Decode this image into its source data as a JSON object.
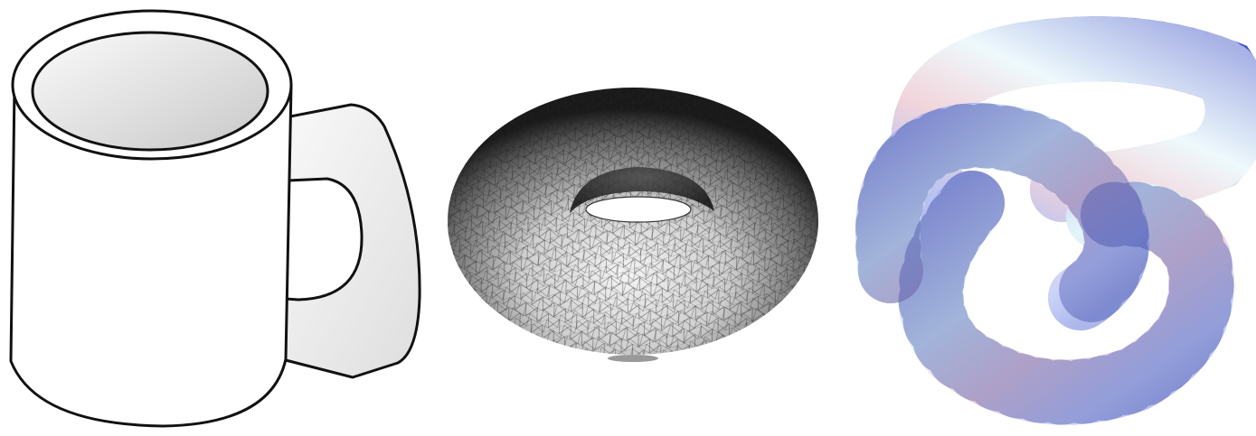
{
  "figure": {
    "panels": [
      {
        "id": "mug",
        "subject": "coffee-mug-outline"
      },
      {
        "id": "torus",
        "subject": "triangulated-torus-mesh"
      },
      {
        "id": "knot",
        "subject": "trefoil-knot-tube-mesh"
      }
    ],
    "colors": {
      "outline": "#111111",
      "mug_fill": "#ffffff",
      "mug_shade_light": "#fbfbfb",
      "mug_shade_dark": "#c9c9c9",
      "torus_light": "#f4f4f4",
      "torus_dark": "#1a1a1a",
      "knot_blue": "#4a5fd0",
      "knot_pink": "#e7a7b4",
      "knot_cyan": "#bfe9f2",
      "knot_white": "#ffffff"
    }
  }
}
